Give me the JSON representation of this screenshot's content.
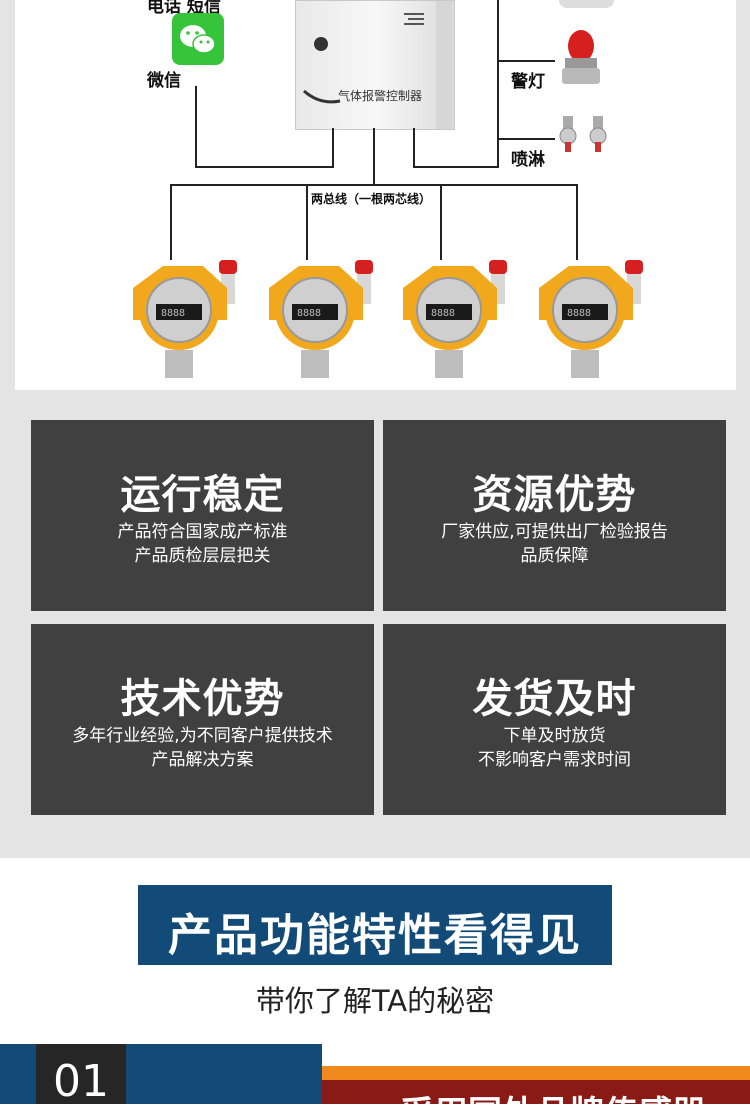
{
  "diagram": {
    "labels": {
      "phone_sms": "电话 短信",
      "wechat": "微信",
      "warning_light": "警灯",
      "sprinkler": "喷淋",
      "bus_line": "两总线（一根两芯线）",
      "controller_name": "气体报警控制器"
    },
    "detector_count": 4
  },
  "features": [
    {
      "title": "运行稳定",
      "lines": [
        "产品符合国家成产标准",
        "产品质检层层把关"
      ]
    },
    {
      "title": "资源优势",
      "lines": [
        "厂家供应,可提供出厂检验报告",
        "品质保障"
      ]
    },
    {
      "title": "技术优势",
      "lines": [
        "多年行业经验,为不同客户提供技术",
        "产品解决方案"
      ]
    },
    {
      "title": "发货及时",
      "lines": [
        "下单及时放货",
        "不影响客户需求时间"
      ]
    }
  ],
  "section": {
    "heading": "产品功能特性看得见",
    "subheading": "带你了解TA的秘密",
    "number": "01",
    "partial_title": "采用国外品牌传感器"
  },
  "colors": {
    "accent_blue": "#124a78",
    "card_grey": "#404040",
    "orange": "#f08a1c",
    "dark_red": "#8a1a16"
  }
}
